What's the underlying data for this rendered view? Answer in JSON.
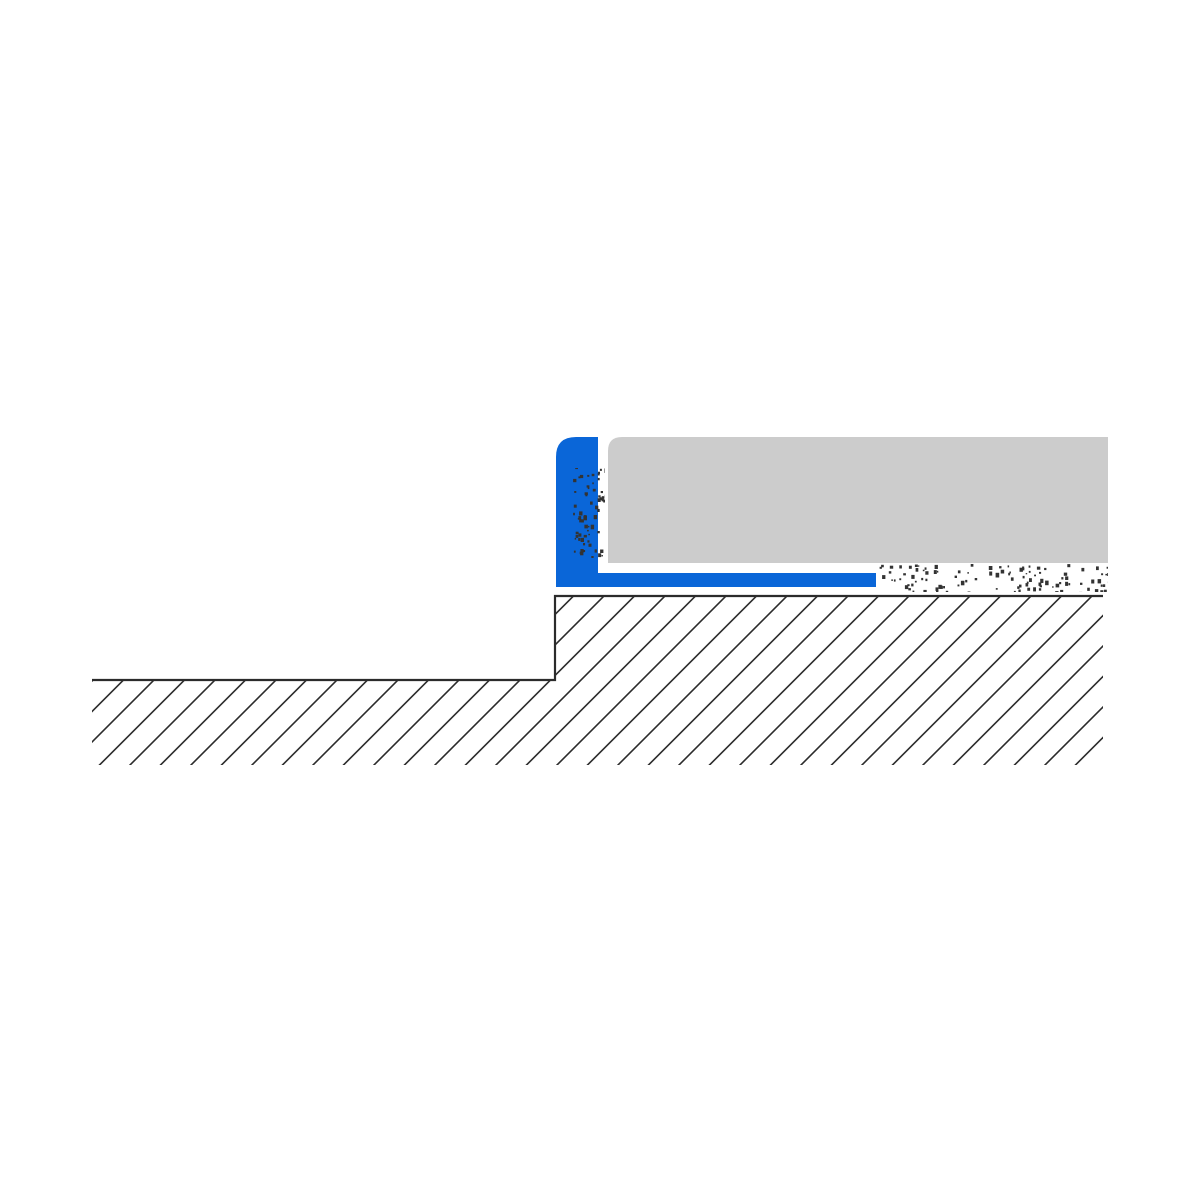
{
  "diagram": {
    "type": "tile-edge-profile-cross-section",
    "background_color": "#ffffff",
    "components": [
      {
        "id": "substrate",
        "pattern": "diagonal-hatch",
        "color": "#2b2b2b"
      },
      {
        "id": "profile",
        "shape": "L-profile",
        "color": "#0a66d8"
      },
      {
        "id": "tile",
        "color": "#cccccc"
      },
      {
        "id": "tile-adhesive",
        "pattern": "speckle",
        "color": "#333333"
      }
    ]
  }
}
